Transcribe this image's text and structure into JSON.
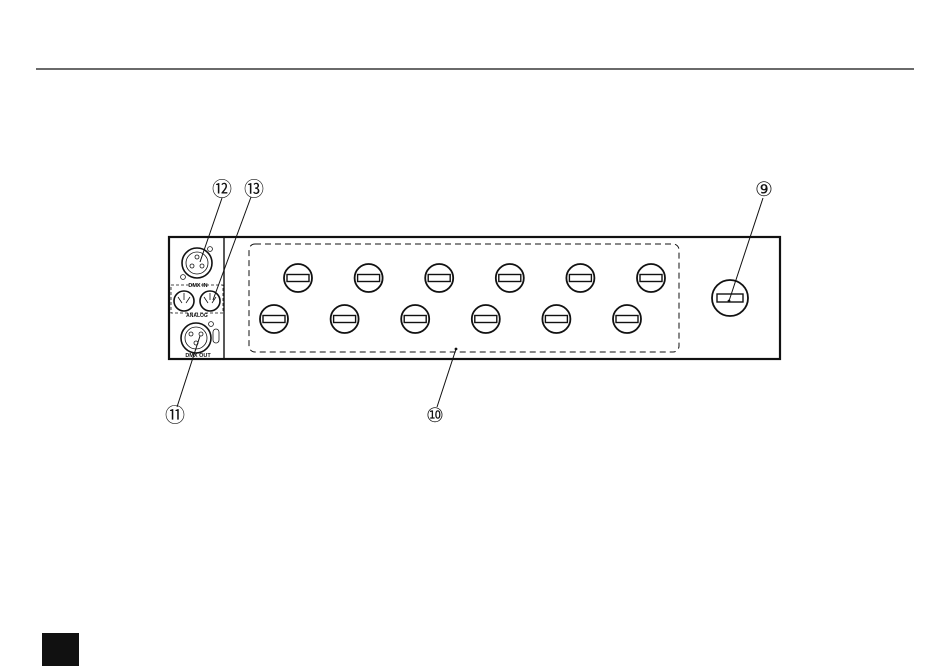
{
  "callouts": [
    {
      "id": "c12",
      "label": "⑫",
      "target": "DMX IN connector"
    },
    {
      "id": "c13",
      "label": "⑬",
      "target": "ANALOG connectors"
    },
    {
      "id": "c9",
      "label": "⑨",
      "target": "power fuse"
    },
    {
      "id": "c11",
      "label": "⑪",
      "target": "DMX OUT connector"
    },
    {
      "id": "c10",
      "label": "⑩",
      "target": "channel fuses"
    }
  ],
  "connector_labels": {
    "dmx_in": "DMX IN",
    "analog": "ANALOG",
    "dmx_out": "DMX OUT"
  },
  "fuses": {
    "top_row_count": 6,
    "bottom_row_count": 6
  },
  "colors": {
    "line": "#111111",
    "background": "#ffffff"
  }
}
